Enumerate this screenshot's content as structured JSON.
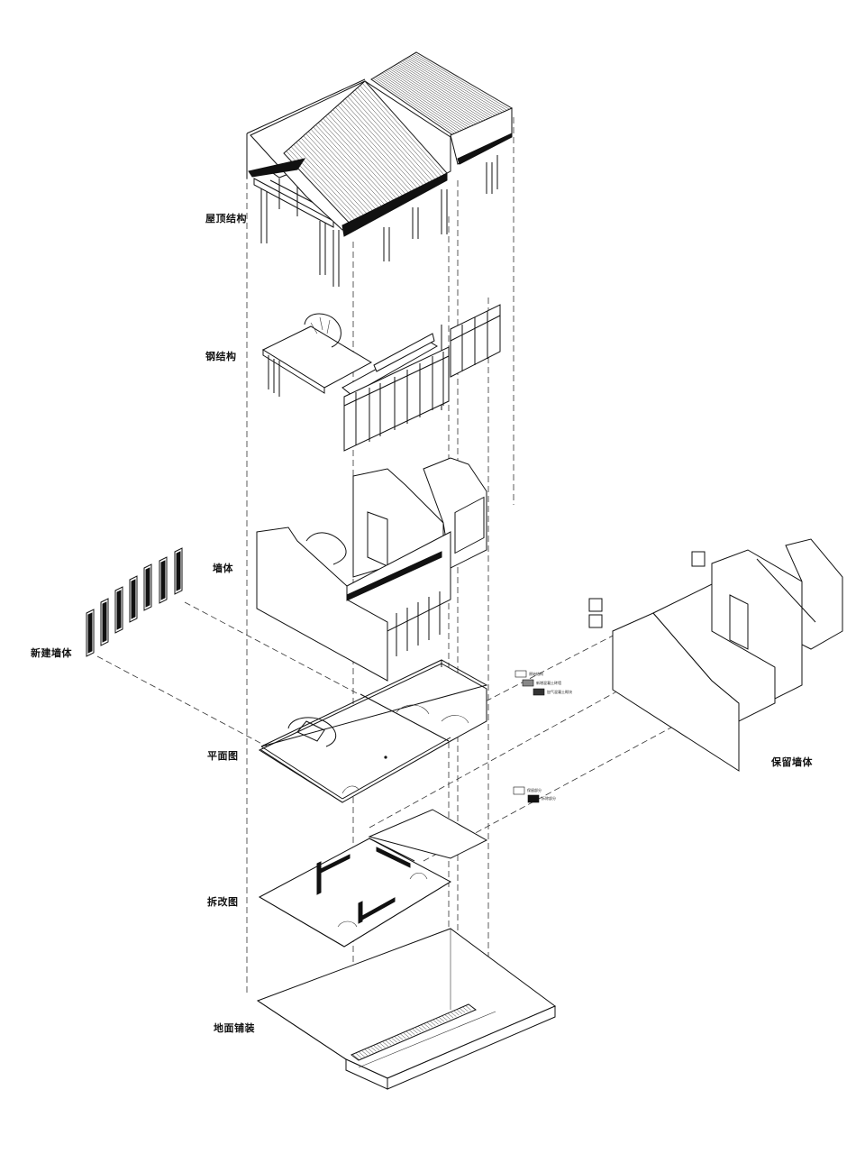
{
  "labels": {
    "roof_structure": "屋顶结构",
    "steel_structure": "钢结构",
    "walls": "墙体",
    "new_walls": "新建墙体",
    "floor_plan": "平面图",
    "retained_walls": "保留墙体",
    "demolition_plan": "拆改图",
    "ground_paving": "地面铺装"
  },
  "legend_plan": [
    "原始结构",
    "新增混凝土砖墙",
    "加气混凝土砌块"
  ],
  "legend_demo": [
    "保留部分",
    "拆除部分"
  ],
  "colors": {
    "line": "#111111",
    "background": "#ffffff"
  }
}
